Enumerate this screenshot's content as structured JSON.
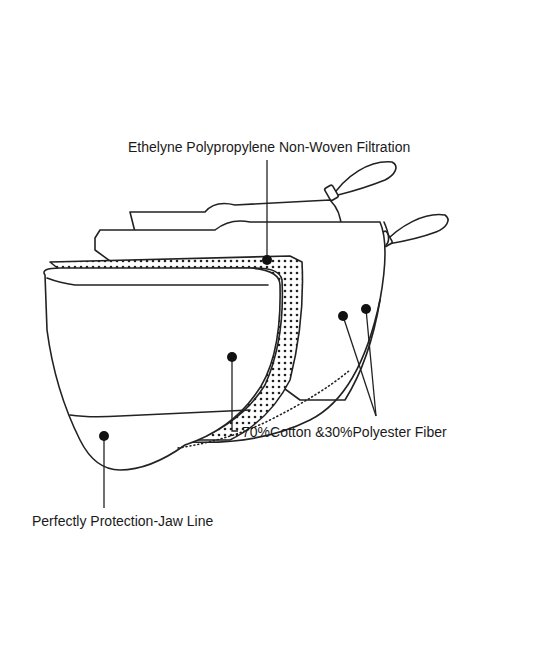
{
  "diagram": {
    "labels": [
      "Ethelyne Polypropylene Non-Woven Filtration",
      "70%Cotton &30%Polyester Fiber",
      "Perfectly Protection-Jaw Line"
    ]
  }
}
